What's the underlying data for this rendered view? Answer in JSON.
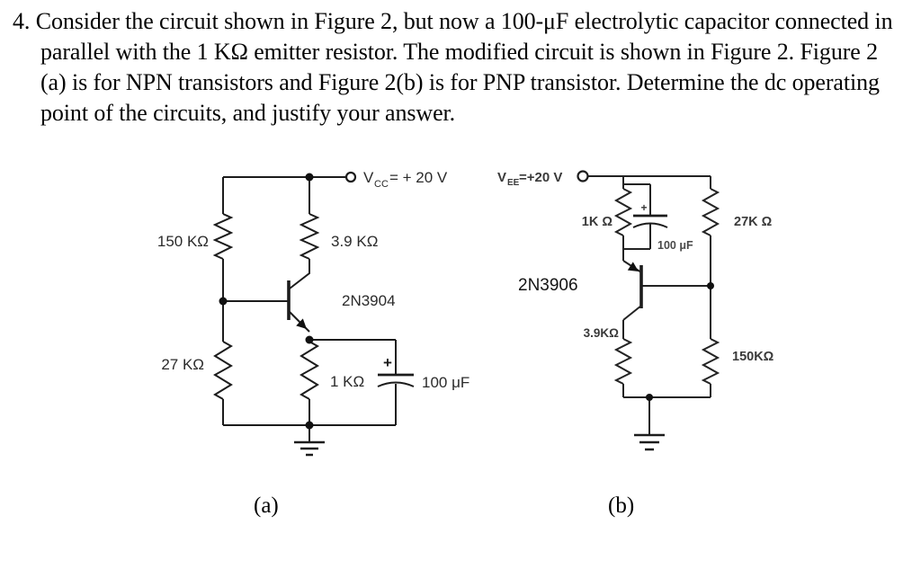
{
  "problem": {
    "lines": [
      "4. Consider the circuit shown in Figure 2, but now a 100-μF electrolytic capacitor connected in",
      "parallel with the 1 KΩ emitter resistor. The modified circuit is shown in Figure 2. Figure 2",
      "(a) is for NPN transistors and Figure 2(b) is for PNP transistor. Determine the dc operating",
      "point of the circuits, and justify your answer."
    ]
  },
  "figure_a": {
    "caption": "(a)",
    "supply_label": {
      "base": "V",
      "sub": "CC",
      "value": "= + 20 V"
    },
    "labels": {
      "r_upper_left": "150 KΩ",
      "r_collector": "3.9 KΩ",
      "transistor": "2N3904",
      "r_lower_left": "27 KΩ",
      "r_emitter": "1 KΩ",
      "capacitor": "100 μF",
      "cap_polarity": "+"
    }
  },
  "figure_b": {
    "caption": "(b)",
    "supply_label": {
      "base": "V",
      "sub": "EE",
      "value": "=+20 V"
    },
    "labels": {
      "r_emitter": "1K Ω",
      "r_upper_right": "27K Ω",
      "capacitor": "100 μF",
      "cap_polarity": "+",
      "transistor": "2N3906",
      "r_collector": "3.9KΩ",
      "r_lower_right": "150KΩ"
    }
  }
}
